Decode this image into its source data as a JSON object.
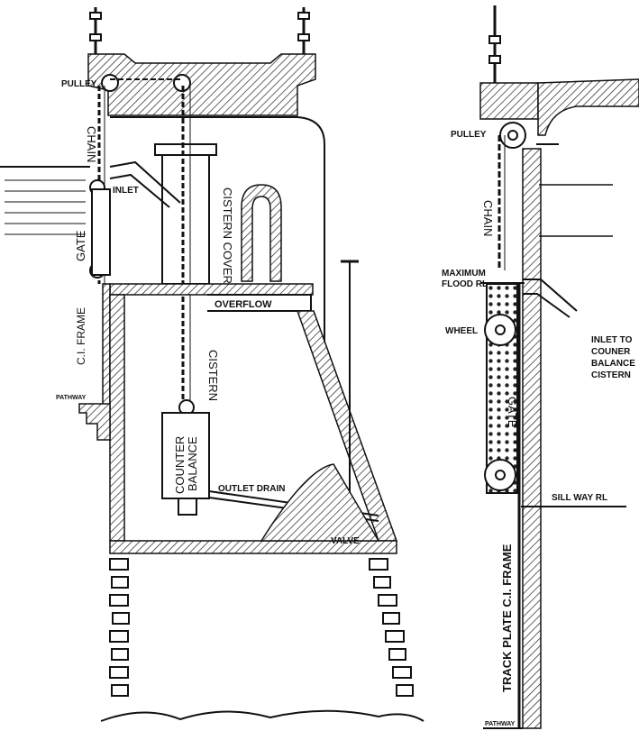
{
  "left_view": {
    "labels": {
      "pulley": "PULLEY",
      "chain": "CHAIN",
      "inlet": "INLET",
      "gate": "GATE",
      "ci_frame": "C.I. FRAME",
      "pathway": "PATHWAY",
      "cistern_cover": "CISTERN COVER",
      "overflow": "OVERFLOW",
      "cistern": "CISTERN",
      "counter": "COUNTER",
      "balance": "BALANCE",
      "outlet_drain": "OUTLET DRAIN",
      "valve": "VALVE"
    }
  },
  "right_view": {
    "labels": {
      "pulley": "PULLEY",
      "chain": "CHAIN",
      "maximum": "MAXIMUM",
      "flood_rl": "FLOOD RL",
      "wheel": "WHEEL",
      "inlet_1": "INLET TO",
      "inlet_2": "COUNER",
      "inlet_3": "BALANCE",
      "inlet_4": "CISTERN",
      "gate": "GATE",
      "sill_way": "SILL WAY RL",
      "track_plate": "TRACK PLATE  C.I. FRAME",
      "pathway": "PATHWAY"
    }
  }
}
